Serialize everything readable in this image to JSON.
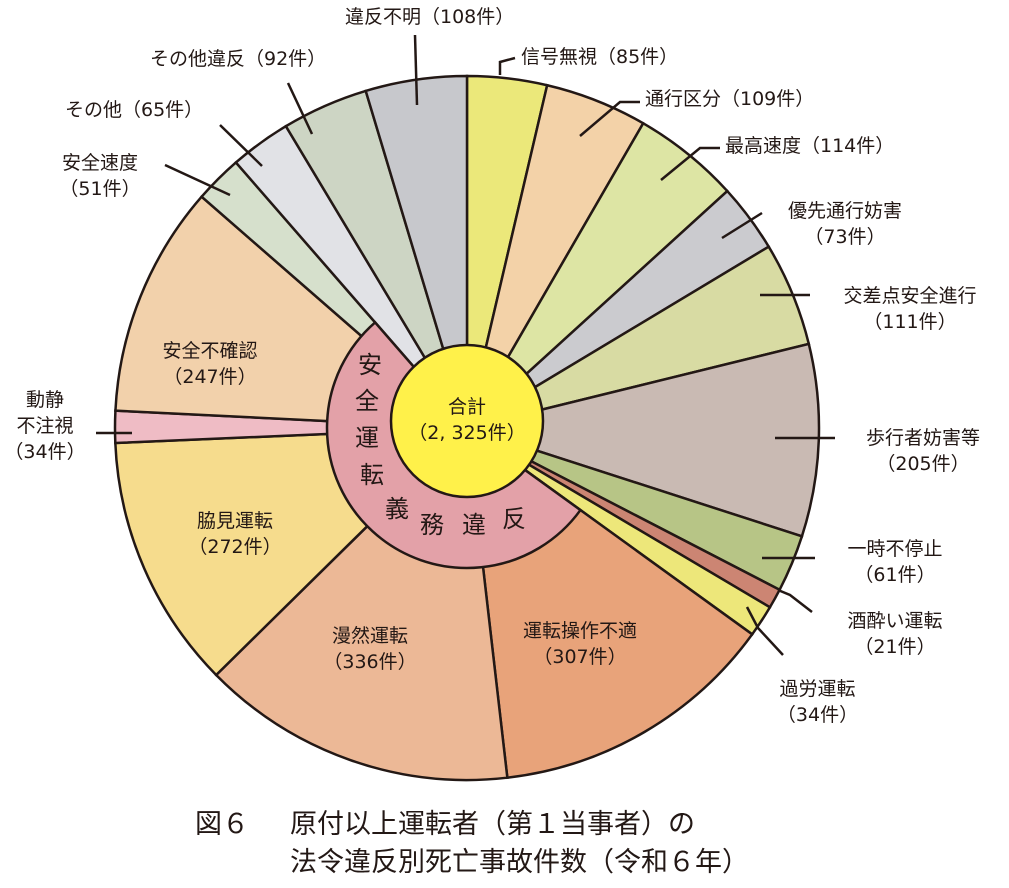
{
  "chart_data": {
    "type": "pie",
    "title": "図６　原付以上運転者（第１当事者）の法令違反別死亡事故件数（令和６年）",
    "total_label": "合計",
    "total_value": 2325,
    "total_text": "(2, 325件)",
    "inner_group": {
      "label": "安全運転義務違反",
      "members": [
        "運転操作不適",
        "漫然運転",
        "脇見運転",
        "動静不注視",
        "安全不確認",
        "安全速度"
      ],
      "value": 1247,
      "color": "#e3a1a8"
    },
    "center_color": "#fff14a",
    "start_angle": "12 o'clock",
    "direction": "clockwise",
    "categories": [
      "信号無視",
      "通行区分",
      "最高速度",
      "優先通行妨害",
      "交差点安全進行",
      "歩行者妨害等",
      "一時不停止",
      "酒酔い運転",
      "過労運転",
      "運転操作不適",
      "漫然運転",
      "脇見運転",
      "動静不注視",
      "安全不確認",
      "安全速度",
      "その他",
      "その他違反",
      "違反不明"
    ],
    "values": [
      85,
      109,
      114,
      73,
      111,
      205,
      61,
      21,
      34,
      307,
      336,
      272,
      34,
      247,
      51,
      65,
      92,
      108
    ],
    "unit": "件",
    "colors": [
      "#ebe87a",
      "#f3d2a8",
      "#dde5a4",
      "#cbcbcf",
      "#d8dba3",
      "#c9bab3",
      "#b7c586",
      "#cc8573",
      "#ede77a",
      "#e8a37a",
      "#ecb896",
      "#f6dc8d",
      "#efbcc5",
      "#f2d1ab",
      "#d6e0cc",
      "#e1e2e6",
      "#cdd5c4",
      "#c7c8cc"
    ]
  },
  "labels": {
    "s0": "信号無視（85件）",
    "s1": "通行区分（109件）",
    "s2": "最高速度（114件）",
    "s3a": "優先通行妨害",
    "s3b": "（73件）",
    "s4a": "交差点安全進行",
    "s4b": "（111件）",
    "s5a": "歩行者妨害等",
    "s5b": "（205件）",
    "s6a": "一時不停止",
    "s6b": "（61件）",
    "s7a": "酒酔い運転",
    "s7b": "（21件）",
    "s8a": "過労運転",
    "s8b": "（34件）",
    "s9a": "運転操作不適",
    "s9b": "（307件）",
    "s10a": "漫然運転",
    "s10b": "（336件）",
    "s11a": "脇見運転",
    "s11b": "（272件）",
    "s12a": "動静",
    "s12b": "不注視",
    "s12c": "（34件）",
    "s13a": "安全不確認",
    "s13b": "（247件）",
    "s14a": "安全速度",
    "s14b": "（51件）",
    "s15": "その他（65件）",
    "s16": "その他違反（92件）",
    "s17": "違反不明（108件）",
    "center_a": "合計",
    "center_b": "（2, 325件）",
    "ring": [
      "安",
      "全",
      "運",
      "転",
      "義",
      "務",
      "違",
      "反"
    ]
  },
  "caption": {
    "fig": "図６",
    "line1": "原付以上運転者（第１当事者）の",
    "line2": "法令違反別死亡事故件数（令和６年）"
  }
}
